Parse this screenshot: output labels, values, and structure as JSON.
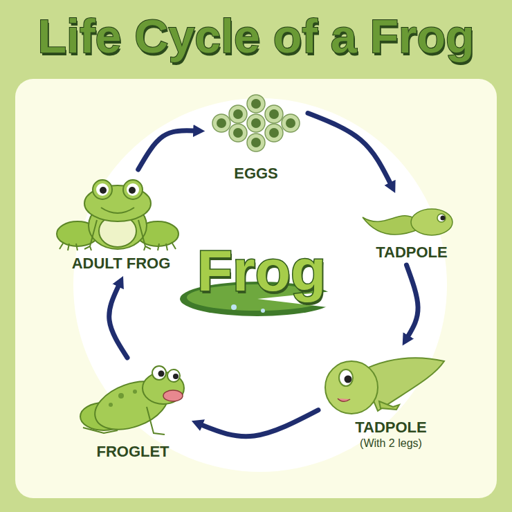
{
  "diagram": {
    "title": "Life Cycle of a Frog",
    "nodes": [
      {
        "text": [
          "EGGS"
        ]
      },
      {
        "text": [
          "TADPOLE"
        ]
      },
      {
        "text": [
          "TADPOLE",
          "(With 2 legs)"
        ]
      },
      {
        "text": [
          "FROGLET"
        ]
      },
      {
        "text": [
          "ADULT FROG"
        ]
      }
    ],
    "edges": [
      {
        "from": 0,
        "to": 1,
        "arrow": "to"
      },
      {
        "from": 1,
        "to": 2,
        "arrow": "to"
      },
      {
        "from": 2,
        "to": 3,
        "arrow": "to"
      },
      {
        "from": 3,
        "to": 4,
        "arrow": "to"
      },
      {
        "from": 4,
        "to": 0,
        "arrow": "to"
      }
    ],
    "labels": [
      "Frog"
    ]
  }
}
